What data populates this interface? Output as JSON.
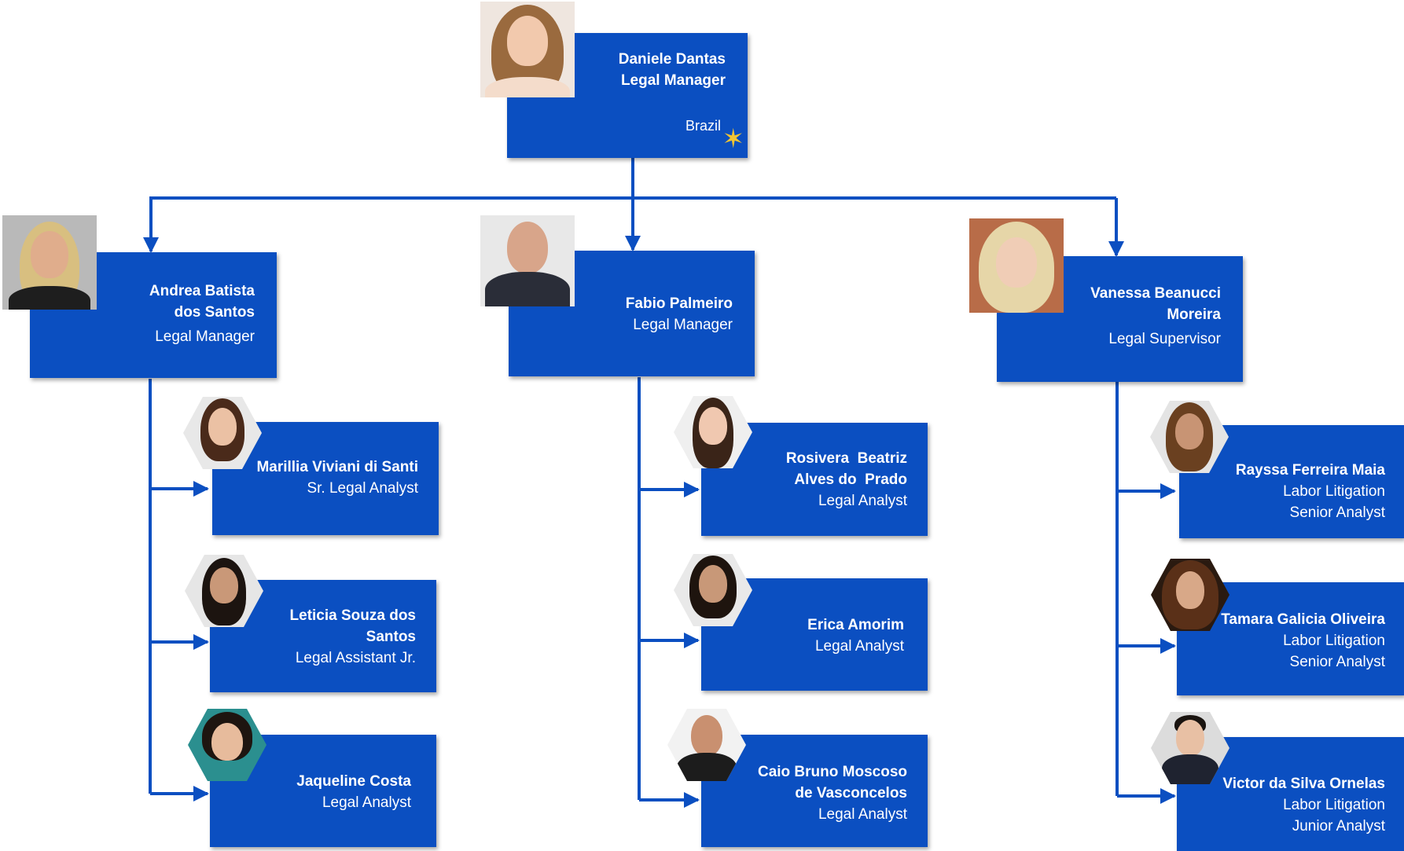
{
  "colors": {
    "card": "#0b4fc1",
    "connector": "#0b4fc1",
    "star": "#f2c532"
  },
  "top": {
    "name_line1": "Daniele Dantas",
    "name_line2": "Legal Manager",
    "country": "Brazil",
    "star_icon": "star-icon"
  },
  "managers": [
    {
      "name_line1": "Andrea Batista",
      "name_line2": "dos Santos",
      "role": "Legal Manager"
    },
    {
      "name_line1": "Fabio Palmeiro",
      "role": "Legal Manager"
    },
    {
      "name_line1": "Vanessa Beanucci",
      "name_line2": "Moreira",
      "role": "Legal Supervisor"
    }
  ],
  "team_andrea": [
    {
      "name_line1": "Marillia Viviani di Santi",
      "role": "Sr. Legal Analyst"
    },
    {
      "name_line1": "Leticia Souza dos",
      "name_line2": "Santos",
      "role": "Legal Assistant Jr."
    },
    {
      "name_line1": "Jaqueline Costa",
      "role": "Legal Analyst"
    }
  ],
  "team_fabio": [
    {
      "name_line1": "Rosivera  Beatriz",
      "name_line2": "Alves do  Prado",
      "role": "Legal Analyst"
    },
    {
      "name_line1": "Erica Amorim",
      "role": "Legal Analyst"
    },
    {
      "name_line1": "Caio Bruno Moscoso",
      "name_line2": "de Vasconcelos",
      "role": "Legal Analyst"
    }
  ],
  "team_vanessa": [
    {
      "name_line1": "Rayssa Ferreira Maia",
      "role_line1": "Labor Litigation",
      "role_line2": "Senior Analyst"
    },
    {
      "name_line1": "Tamara Galicia Oliveira",
      "role_line1": "Labor Litigation",
      "role_line2": "Senior Analyst"
    },
    {
      "name_line1": "Victor da Silva Ornelas",
      "role_line1": "Labor Litigation",
      "role_line2": "Junior Analyst"
    }
  ]
}
